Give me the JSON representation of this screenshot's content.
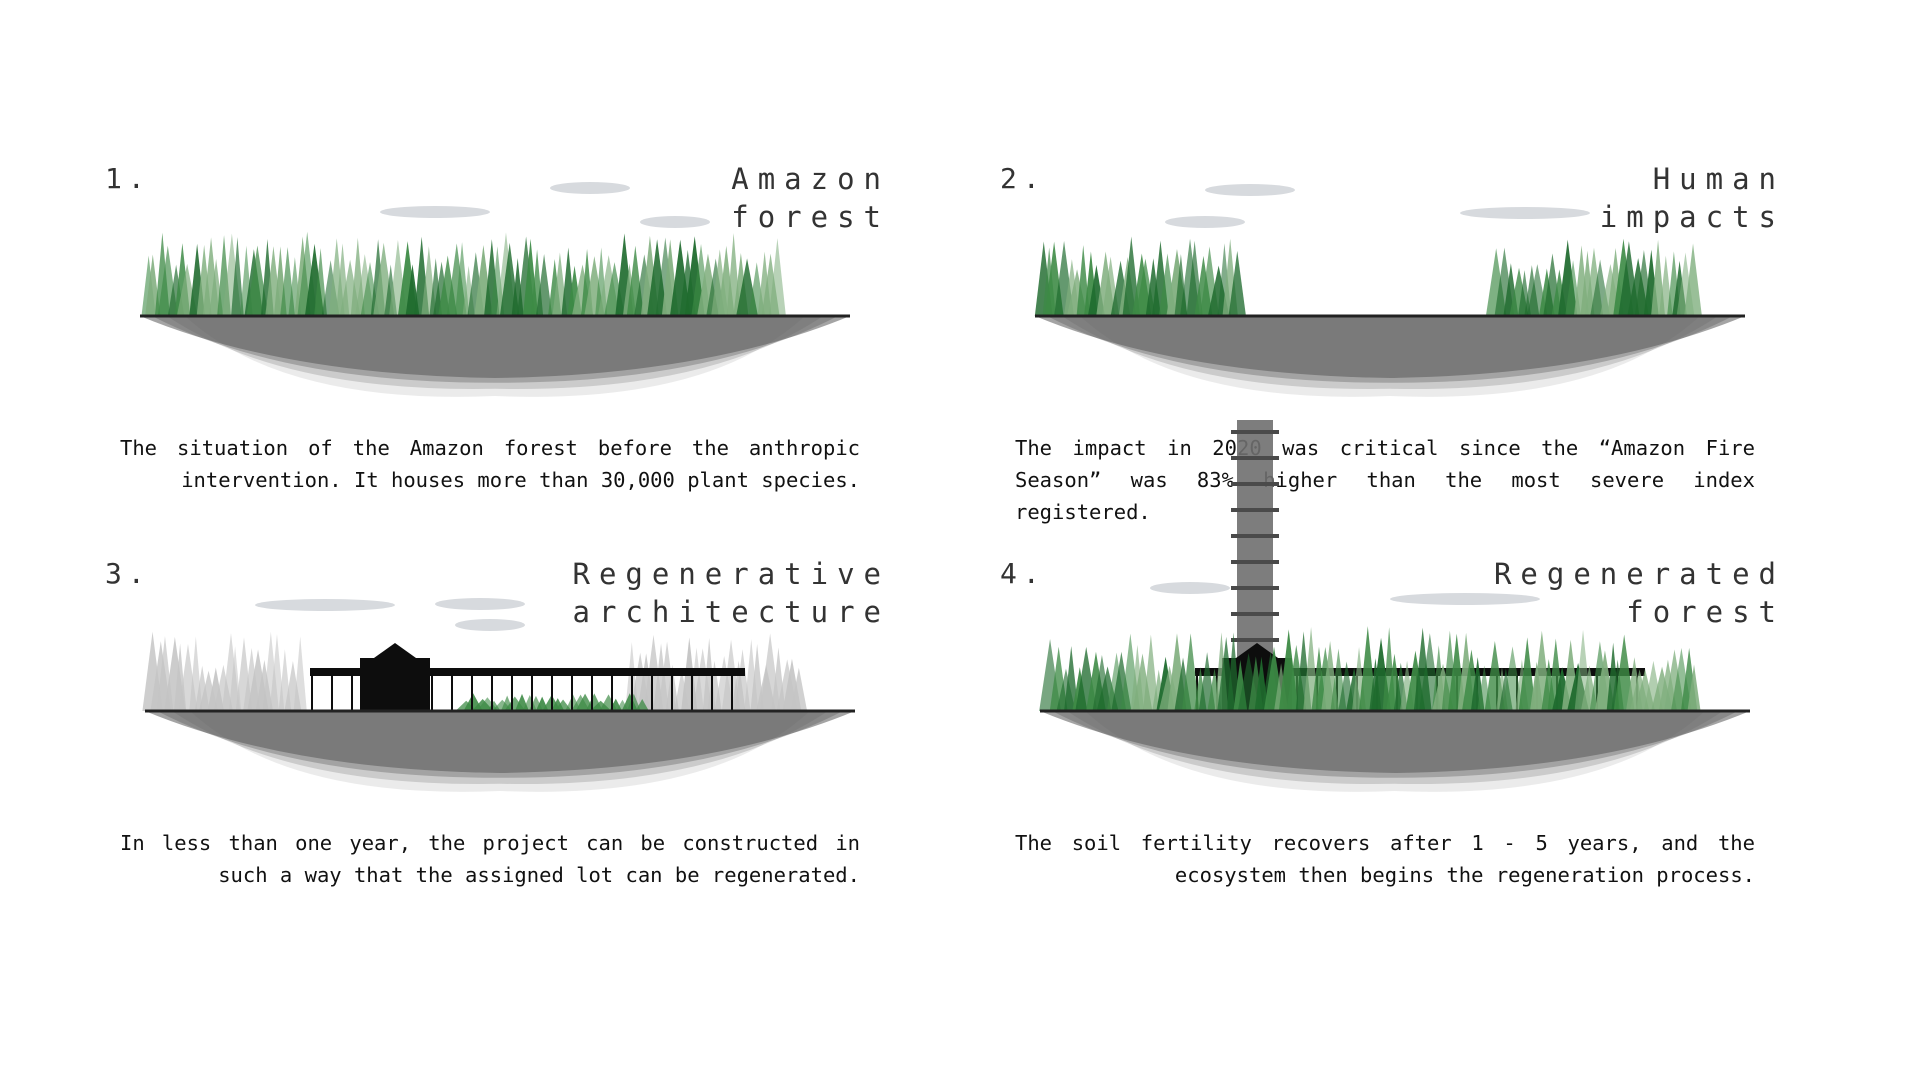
{
  "panels": [
    {
      "number": "1.",
      "title": [
        "Amazon",
        "forest"
      ],
      "caption": [
        "The situation of the Amazon forest before the anthropic",
        "intervention. It houses more than 30,000 plant species."
      ]
    },
    {
      "number": "2.",
      "title": [
        "Human",
        "impacts"
      ],
      "caption": [
        "The impact in 2020 was critical since the “Amazon Fire",
        "Season” was 83% higher than the most severe index registered."
      ]
    },
    {
      "number": "3.",
      "title": [
        "Regenerative",
        "architecture"
      ],
      "caption": [
        "In less than one year, the project can be constructed in",
        "such a way that the assigned lot can be regenerated."
      ]
    },
    {
      "number": "4.",
      "title": [
        "Regenerated",
        "forest"
      ],
      "caption": [
        "The soil fertility recovers after 1 - 5 years, and the",
        "ecosystem then begins the regeneration process."
      ]
    }
  ],
  "colors": {
    "tree_dark": "#1f6b2e",
    "tree_mid": "#3d8a45",
    "tree_light": "#7fae7d",
    "tree_grey": "#c4c4c4",
    "ground": "#222222",
    "soil": "#5a5a5a",
    "cloud": "#c9ced3",
    "building": "#0d0d0d",
    "tower": "#6f6f6f"
  }
}
